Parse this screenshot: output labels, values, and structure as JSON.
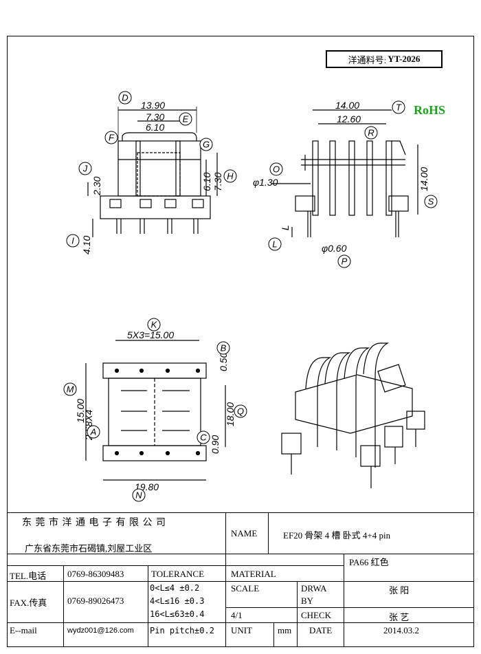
{
  "part_no": {
    "label": "洋通料号:",
    "value": "YT-2026"
  },
  "rohs": "RoHS",
  "views": {
    "front": {
      "d": "13.90",
      "e": "7.30",
      "e2": "6.10",
      "g": "6.10",
      "h": "7.30",
      "j": "2.30",
      "i": "4.10"
    },
    "side": {
      "t": "14.00",
      "r": "12.60",
      "s": "14.00",
      "o": "φ1.30",
      "l": "L",
      "p": "φ0.60"
    },
    "bottom": {
      "k": "5X3=15.00",
      "b": "0.50",
      "m": "15.00",
      "a": "2.68X4",
      "q": "18.00",
      "c": "0.90",
      "n": "19.80"
    }
  },
  "callouts": [
    "D",
    "E",
    "F",
    "G",
    "H",
    "J",
    "I",
    "T",
    "R",
    "O",
    "S",
    "L",
    "P",
    "K",
    "B",
    "M",
    "A",
    "Q",
    "C",
    "N"
  ],
  "title_block": {
    "company": "东 莞 市 洋 通 电 子 有 限 公 司",
    "address": "广东省东莞市石碣镇,刘屋工业区",
    "name_label": "NAME",
    "name_value": "EF20 骨架 4 槽 卧式 4+4 pin",
    "tel_label": "TEL.电话",
    "tel_value": "0769-86309483",
    "fax_label": "FAX.传真",
    "fax_value": "0769-89026473",
    "email_label": "E--mail",
    "email_value": "wydz001@126.com",
    "tolerance_label": "TOLERANCE",
    "tol_1": "0<L≤4  ±0.2",
    "tol_2": "4<L≤16 ±0.3",
    "tol_3": "16<L≤63±0.4",
    "tol_4": "Pin pitch±0.2",
    "material_label": "MATERIAL",
    "material_value": "PA66 红色",
    "scale_label": "SCALE",
    "scale_value": "4/1",
    "drawn_label_1": "DRWA",
    "drawn_label_2": "BY",
    "drawn_value": "张 阳",
    "check_label": "CHECK",
    "check_value": "张 艺",
    "unit_label": "UNIT",
    "unit_value": "mm",
    "date_label": "DATE",
    "date_value": "2014.03.2"
  }
}
